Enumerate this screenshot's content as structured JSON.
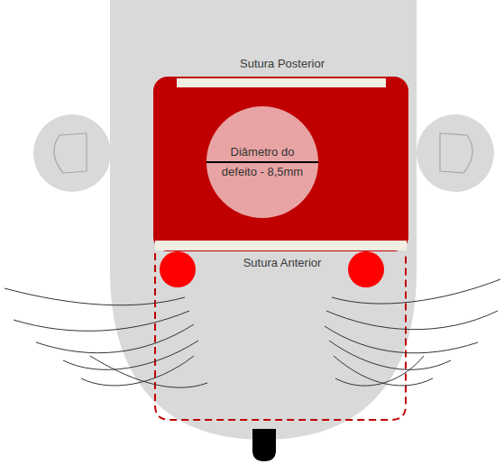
{
  "diagram": {
    "nodes": [
      {
        "text": [
          "Diâmetro do defeito - 8,5mm"
        ]
      }
    ],
    "labels": [
      "Sutura Posterior",
      "Sutura Anterior"
    ]
  }
}
